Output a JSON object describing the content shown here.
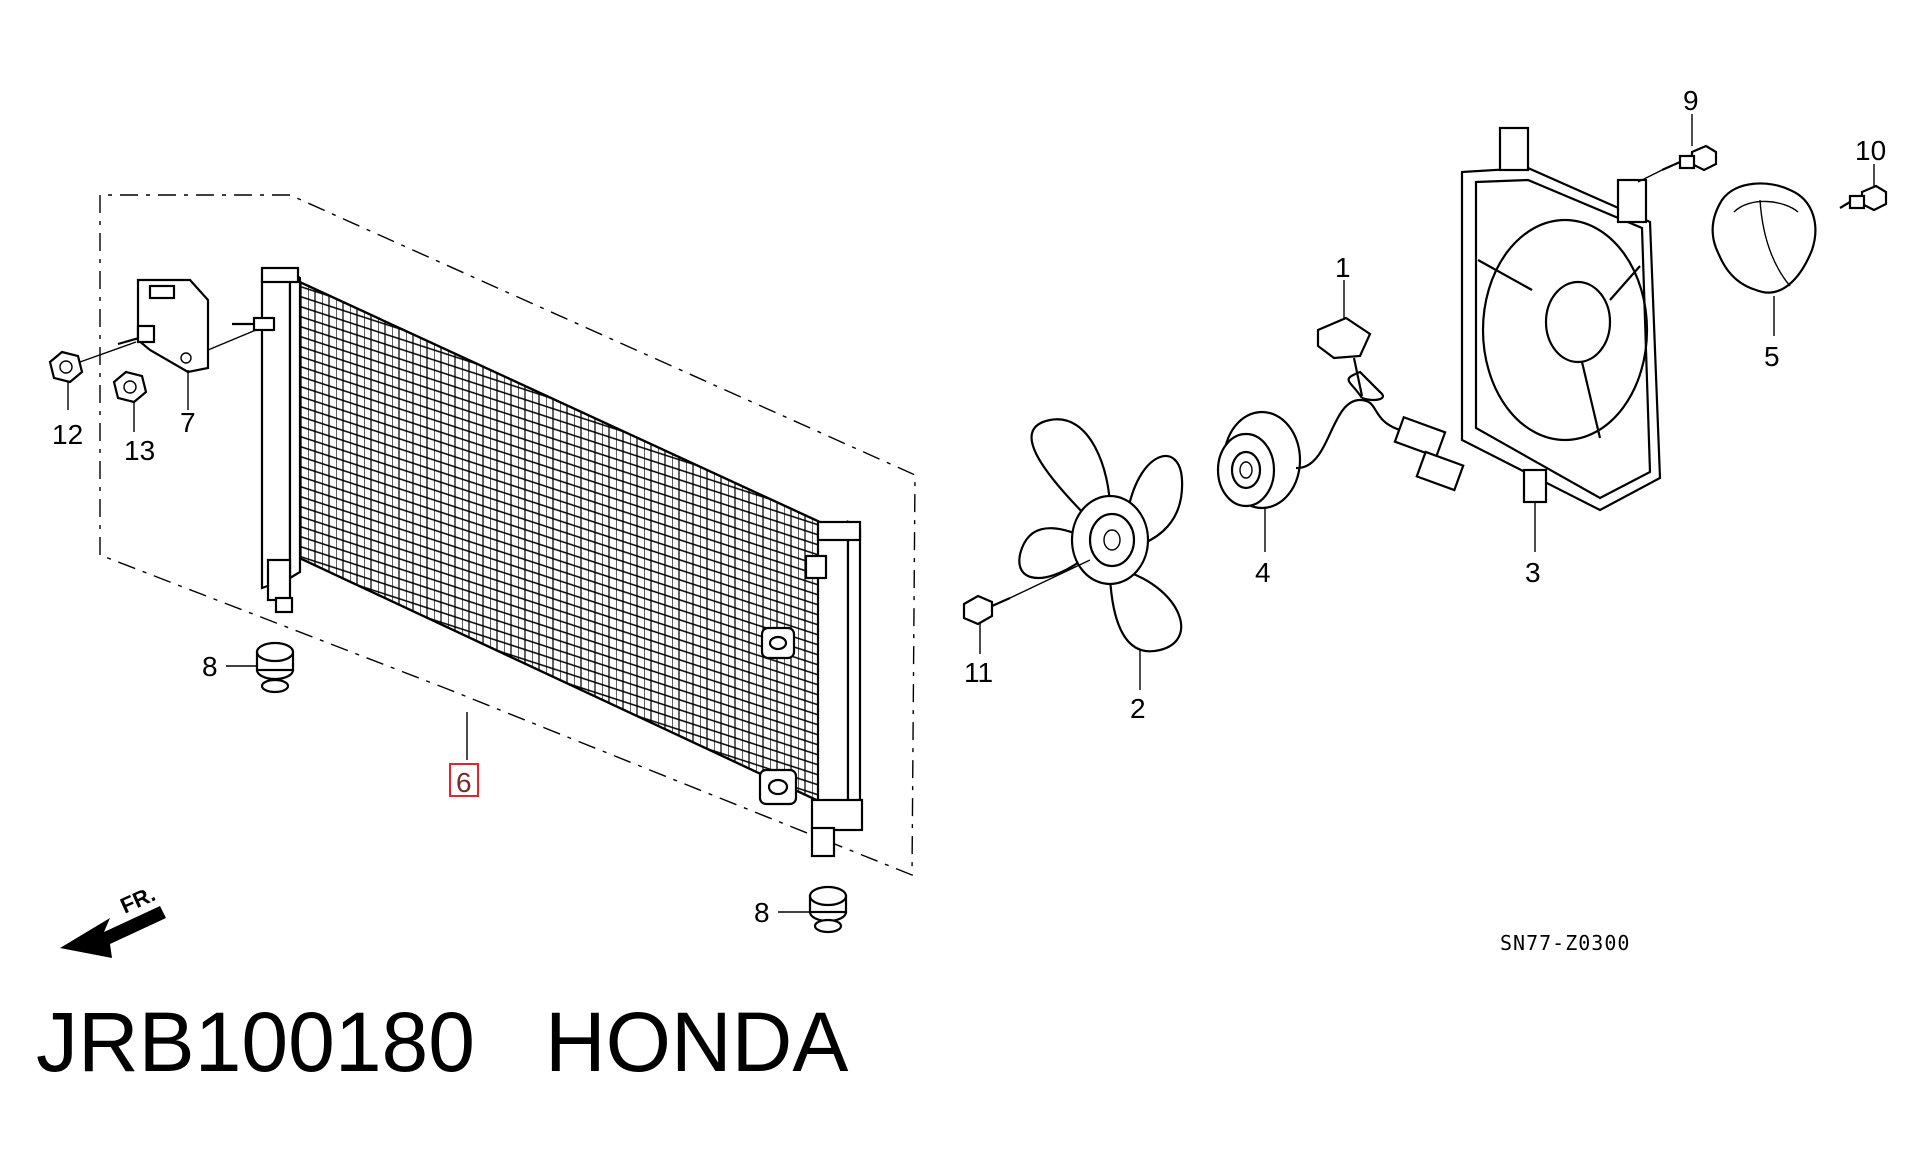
{
  "diagram": {
    "code": "SN77-Z0300",
    "direction_label": "FR.",
    "highlight_color": "#e0262e",
    "callouts": [
      {
        "id": "1",
        "part": "clip"
      },
      {
        "id": "2",
        "part": "fan"
      },
      {
        "id": "3",
        "part": "shroud"
      },
      {
        "id": "4",
        "part": "motor"
      },
      {
        "id": "5",
        "part": "cover"
      },
      {
        "id": "6",
        "part": "condenser",
        "highlighted": true
      },
      {
        "id": "7",
        "part": "bracket"
      },
      {
        "id": "8",
        "part": "cushion"
      },
      {
        "id": "9",
        "part": "bolt"
      },
      {
        "id": "10",
        "part": "bolt"
      },
      {
        "id": "11",
        "part": "bolt"
      },
      {
        "id": "12",
        "part": "nut"
      },
      {
        "id": "13",
        "part": "nut"
      }
    ]
  },
  "footer": {
    "part_number": "JRB100180",
    "brand": "HONDA"
  }
}
